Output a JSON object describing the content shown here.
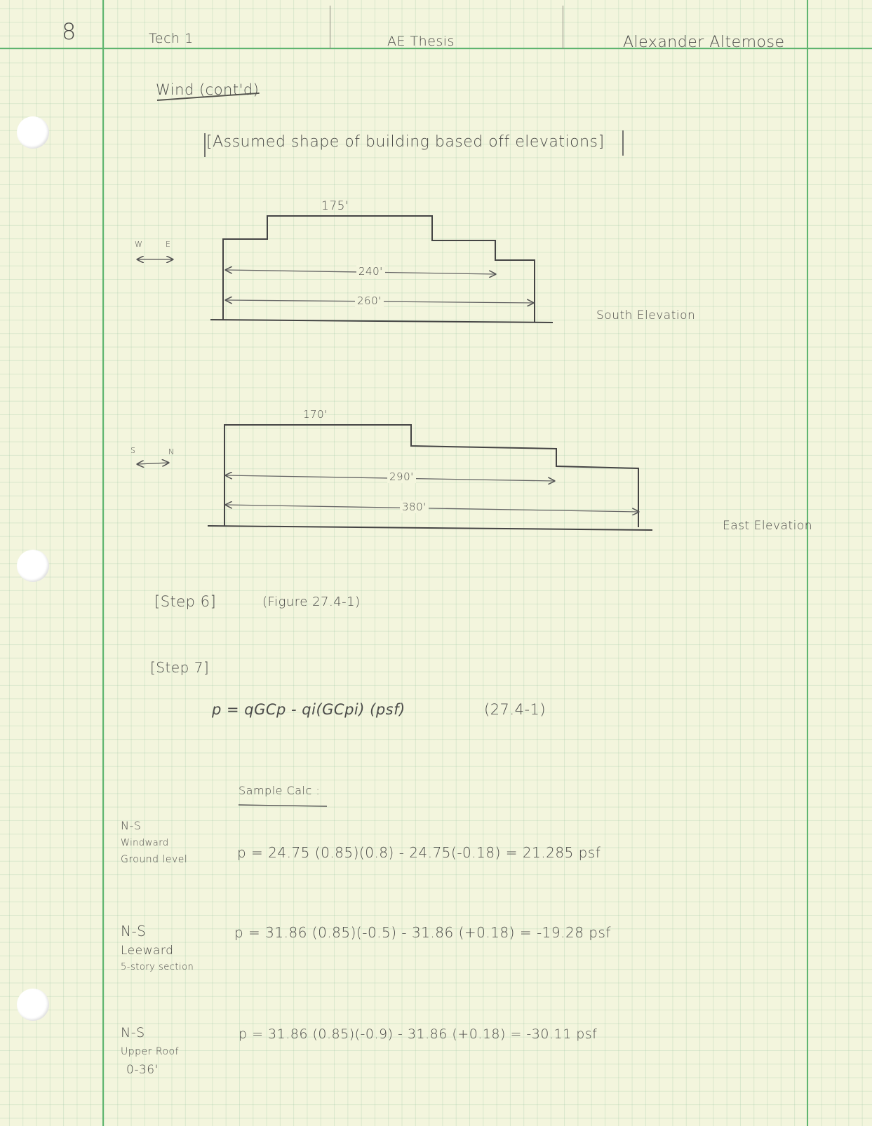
{
  "header": {
    "page_number": "8",
    "subject": "Tech 1",
    "course": "AE Thesis",
    "author": "Alexander Altemose"
  },
  "section_title": "Wind (cont'd)",
  "assumption_note": "[Assumed shape of building based off elevations]",
  "south_elevation": {
    "label": "South Elevation",
    "direction_left": "W",
    "direction_right": "E",
    "dims": [
      "175'",
      "240'",
      "260'"
    ]
  },
  "east_elevation": {
    "label": "East Elevation",
    "direction_left": "S",
    "direction_right": "N",
    "dims": [
      "170'",
      "290'",
      "380'"
    ]
  },
  "step6": {
    "label": "[Step 6]",
    "ref": "(Figure 27.4-1)"
  },
  "step7": {
    "label": "[Step 7]",
    "equation": "p = qGCp - qi(GCpi) (psf)",
    "eq_ref": "(27.4-1)"
  },
  "sample_calc_label": "Sample Calc :",
  "calcs": [
    {
      "label_lines": [
        "N-S",
        "Windward",
        "Ground level"
      ],
      "formula": "p = 24.75 (0.85)(0.8) - 24.75(-0.18) = 21.285 psf"
    },
    {
      "label_lines": [
        "N-S",
        "Leeward",
        "5-story section"
      ],
      "formula": "p = 31.86 (0.85)(-0.5) - 31.86 (+0.18) = -19.28 psf"
    },
    {
      "label_lines": [
        "N-S",
        "Upper Roof",
        "0-36'"
      ],
      "formula": "p = 31.86 (0.85)(-0.9) - 31.86 (+0.18) = -30.11 psf"
    }
  ]
}
